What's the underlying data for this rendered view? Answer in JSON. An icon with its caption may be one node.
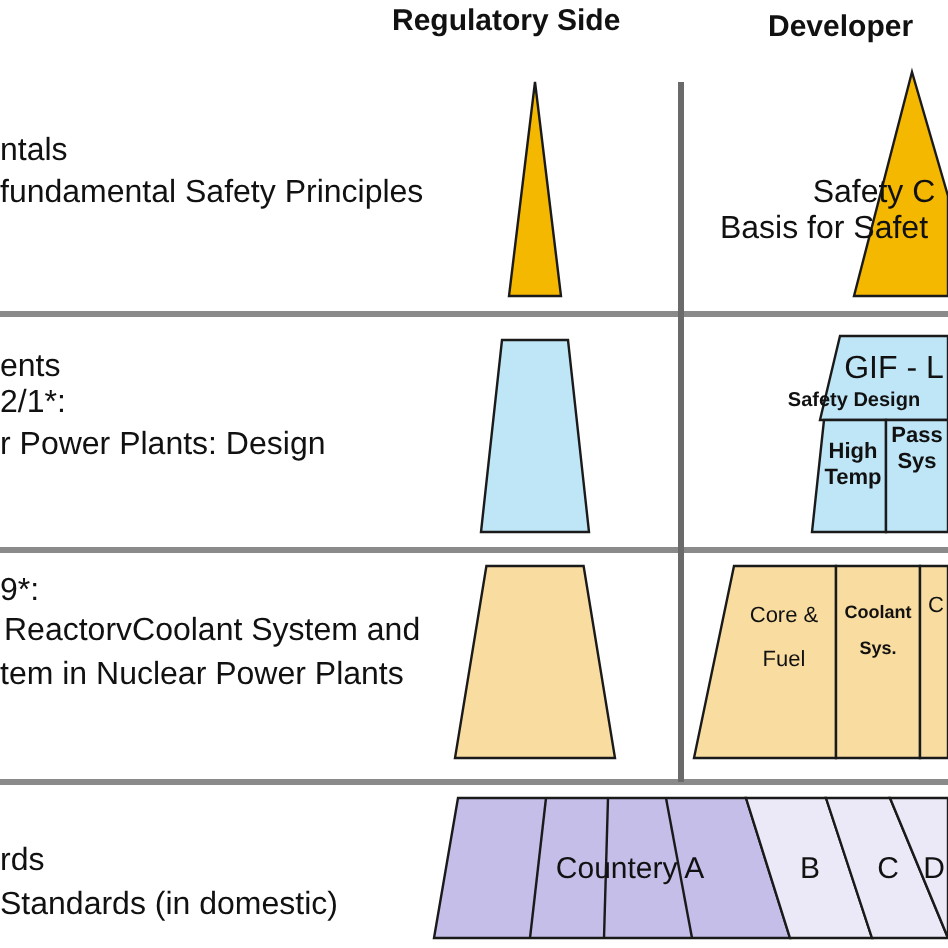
{
  "diagram": {
    "nodes": [
      {
        "text": [],
        "shape": "triangle"
      },
      {
        "text": [
          "Safety C",
          "Basis for Safet"
        ]
      },
      {
        "text": [],
        "shape": "trapezoid"
      },
      {
        "text": [
          "GIF - L",
          "Safety Design"
        ]
      },
      {
        "text": [
          "High Temp"
        ]
      },
      {
        "text": [
          "Pass Sys"
        ]
      },
      {
        "text": [],
        "shape": "trapezoid"
      },
      {
        "text": [
          "Core & Fuel"
        ]
      },
      {
        "text": [
          "Coolant Sys."
        ]
      },
      {
        "text": [
          "C"
        ]
      },
      {
        "text": [
          "Countery A"
        ]
      },
      {
        "text": [
          "B"
        ]
      },
      {
        "text": [
          "C"
        ]
      },
      {
        "text": [
          "D"
        ]
      }
    ],
    "labels": [
      "Regulatory Side",
      "Developer",
      "ntals",
      "fundamental Safety Principles",
      "ents",
      "2/1*:",
      "r Power Plants: Design",
      "9*:",
      "ReactorvCoolant System and",
      "tem in Nuclear Power Plants",
      "rds",
      "Standards (in domestic)"
    ]
  }
}
